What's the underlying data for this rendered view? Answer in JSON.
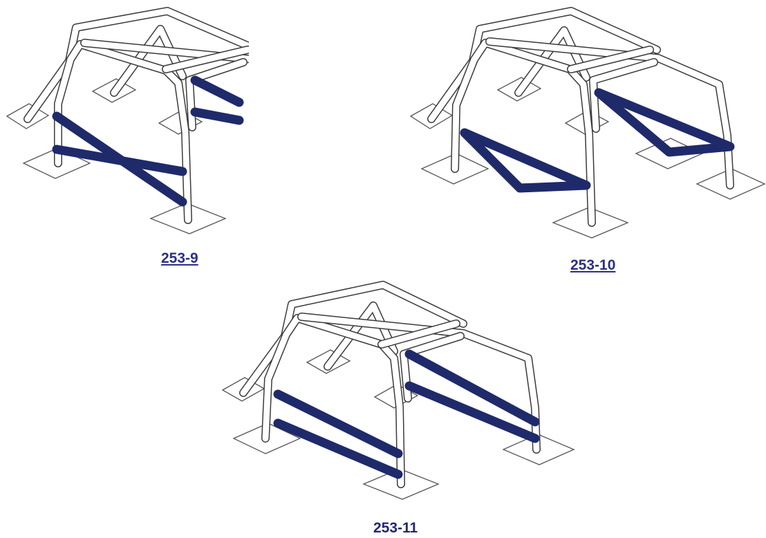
{
  "figures": [
    {
      "id": "253-9",
      "caption": "253-9",
      "brace_style": "X"
    },
    {
      "id": "253-10",
      "caption": "253-10",
      "brace_style": "V"
    },
    {
      "id": "253-11",
      "caption": "253-11",
      "brace_style": "parallel"
    }
  ],
  "colors": {
    "brace": "#1f2a6b",
    "tube_outline": "#3a3a3a",
    "caption_link": "#2b2f86"
  }
}
